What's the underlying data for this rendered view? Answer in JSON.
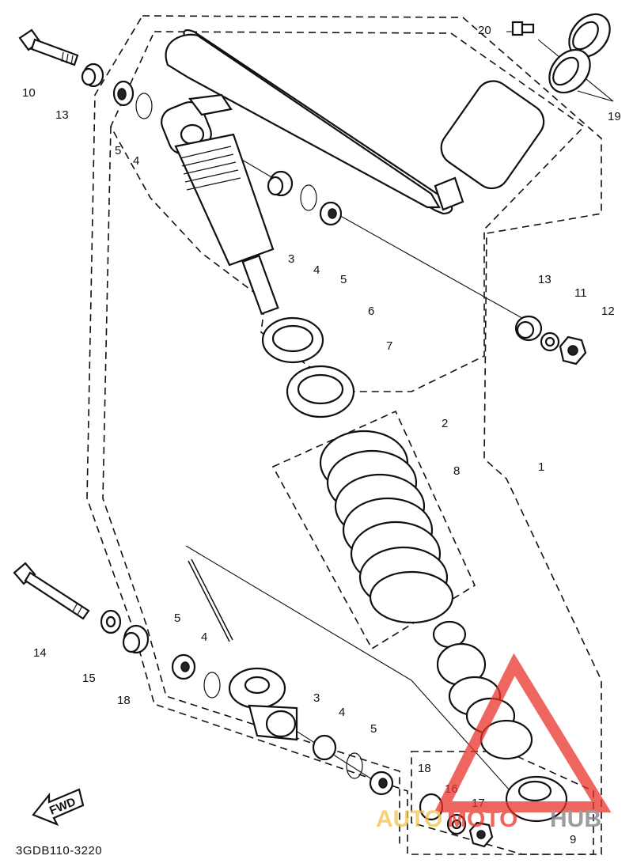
{
  "callouts": {
    "p1": "1",
    "p2": "2",
    "p3a": "3",
    "p3b": "3",
    "p4a": "4",
    "p4b": "4",
    "p4c": "4",
    "p4d": "4",
    "p5a": "5",
    "p5b": "5",
    "p5c": "5",
    "p5d": "5",
    "p6": "6",
    "p7": "7",
    "p8": "8",
    "p9": "9",
    "p10": "10",
    "p11": "11",
    "p12": "12",
    "p13a": "13",
    "p13b": "13",
    "p14": "14",
    "p15": "15",
    "p16": "16",
    "p17": "17",
    "p18a": "18",
    "p18b": "18",
    "p19": "19",
    "p20": "20"
  },
  "fwd_label": "FWD",
  "drawing_code": "3GDB110-3220",
  "watermark": {
    "part1": "AUTO",
    "part2": "MOTO",
    "part3": "HUB",
    "color_red": "#e8332a",
    "color_gold": "#f3c24b",
    "color_grey": "#7d7d7d"
  }
}
